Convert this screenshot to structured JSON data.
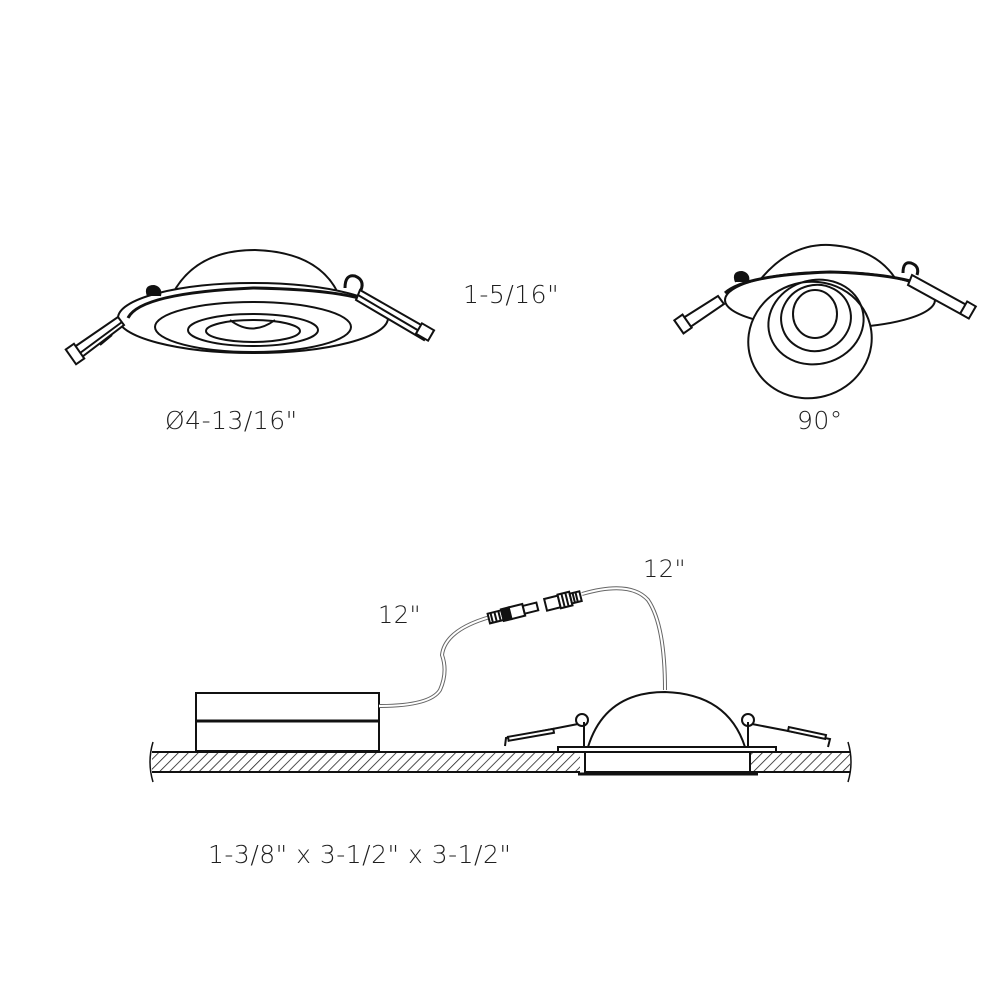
{
  "diagram": {
    "type": "product dimension drawing",
    "subject": "recessed gimbal downlight with remote driver",
    "views": [
      {
        "name": "front-view",
        "description": "fixture with trim and spring clips"
      },
      {
        "name": "tilt-view",
        "description": "fixture with gimbal tilted"
      },
      {
        "name": "installation-view",
        "description": "driver box and fixture installed in ceiling with connectors"
      }
    ]
  },
  "labels": {
    "diameter": "Ø4-13/16\"",
    "height": "1-5/16\"",
    "tilt": "90°",
    "cable_driver": "12\"",
    "cable_fixture": "12\"",
    "driver_dimensions": "1-3/8\" x 3-1/2\" x 3-1/2\""
  },
  "colors": {
    "line": "#111111",
    "background": "#ffffff",
    "hatch": "#333333"
  }
}
